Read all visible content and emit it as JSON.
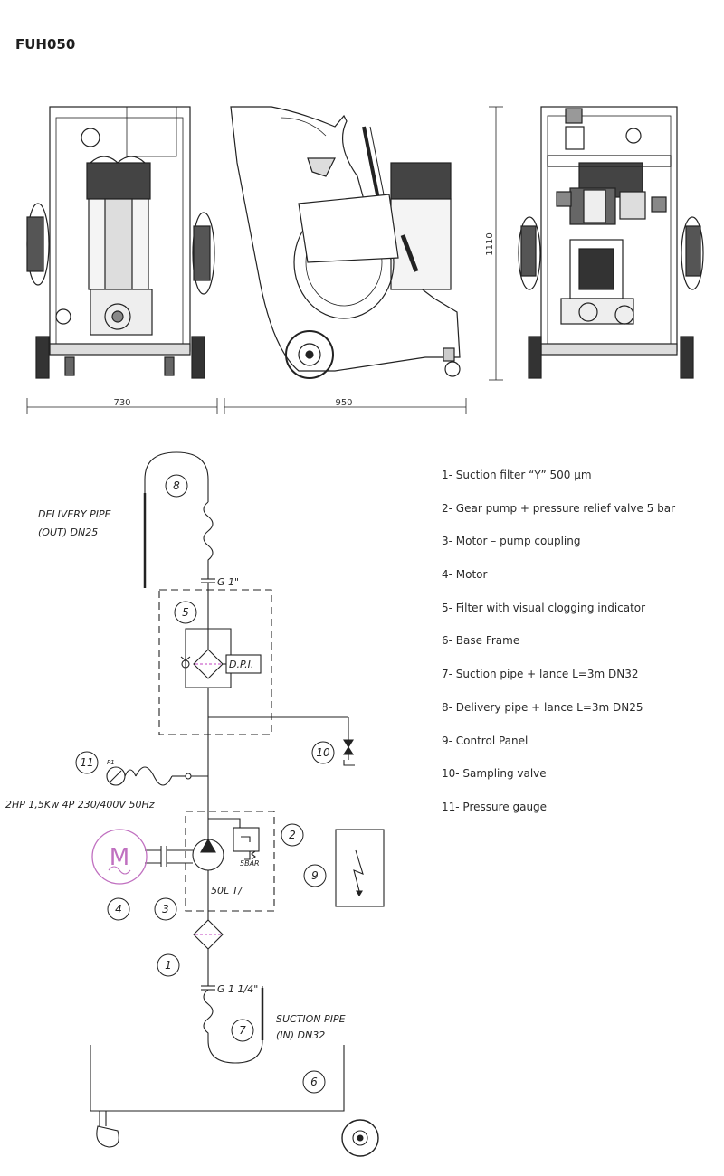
{
  "title": "FUH050",
  "dimensions": {
    "front_width": "730",
    "side_depth": "950",
    "height": "1110"
  },
  "legend": [
    "1- Suction filter “Y” 500 μm",
    "2- Gear pump + pressure relief valve 5 bar",
    "3- Motor – pump coupling",
    "4- Motor",
    "5- Filter with visual clogging indicator",
    "6- Base Frame",
    "7- Suction pipe + lance L=3m DN32",
    "8- Delivery pipe + lance L=3m DN25",
    "9- Control Panel",
    "10- Sampling valve",
    "11- Pressure gauge"
  ],
  "schematic": {
    "delivery_pipe_line1": "DELIVERY PIPE",
    "delivery_pipe_line2": "(OUT)  DN25",
    "connection_top": "G 1\"",
    "dpi_label": "D.P.I.",
    "gauge_tag": "P1",
    "motor_spec": "2HP 1,5Kw 4P 230/400V 50Hz",
    "relief_setting": "5BAR",
    "flow_rate": "50L T/'",
    "connection_bottom": "G 1 1/4\"",
    "suction_pipe_line1": "SUCTION PIPE",
    "suction_pipe_line2": "(IN)    DN32",
    "motor_letter": "M",
    "callouts": {
      "c1": "1",
      "c2": "2",
      "c3": "3",
      "c4": "4",
      "c5": "5",
      "c6": "6",
      "c7": "7",
      "c8": "8",
      "c9": "9",
      "c10": "10",
      "c11": "11"
    }
  },
  "colors": {
    "motor": "#c070c0",
    "filter_dash": "#c040c0",
    "line": "#222222"
  }
}
